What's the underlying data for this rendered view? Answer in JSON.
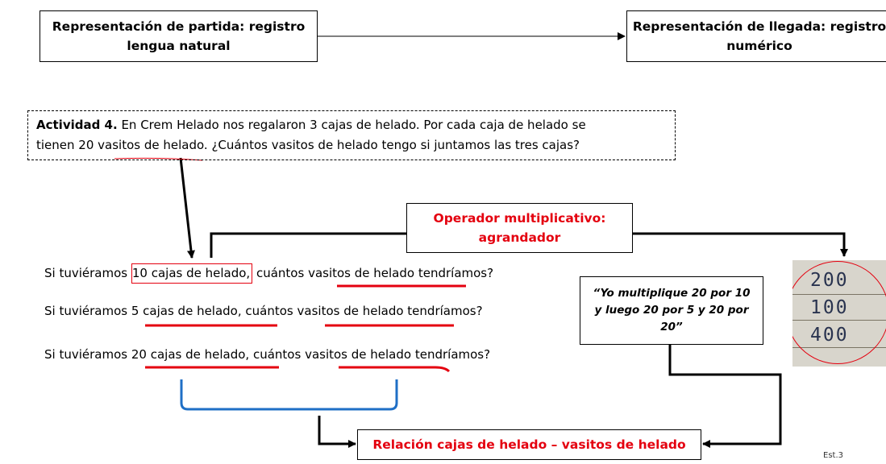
{
  "start_representation": {
    "line1": "Representación de partida: registro",
    "line2": "lengua natural"
  },
  "end_representation": {
    "line1": "Representación de llegada: registro",
    "line2": "numérico"
  },
  "activity": {
    "title": "Actividad 4.",
    "line1": " En Crem Helado nos regalaron 3 cajas de helado. Por cada caja de helado se",
    "line2_before": "tienen 20 ",
    "line2_underlined": "vasitos de helado",
    "line2_after": ". ¿Cuántos vasitos de helado tengo si juntamos las tres cajas?"
  },
  "operator": {
    "line1": "Operador multiplicativo:",
    "line2": "agrandador"
  },
  "questions": [
    {
      "prefix": "Si tuviéramos ",
      "boxes": "10 cajas de helado,",
      "middle": " cuántos ",
      "vasitos": "vasitos de helado",
      "suffix": " tendríamos?"
    },
    {
      "prefix": "Si tuviéramos ",
      "boxes": "5 cajas de helado,",
      "middle": " cuántos ",
      "vasitos": "vasitos de helado",
      "suffix": " tendríamos?"
    },
    {
      "prefix": "Si tuviéramos ",
      "boxes": "20 cajas de helado,",
      "middle": " cuántos ",
      "vasitos": "vasitos de helado",
      "suffix": " tendríamos?"
    }
  ],
  "quote": {
    "line1": "“Yo multiplique 20 por 10",
    "line2": "y luego  20 por 5 y 20 por",
    "line3": "20”"
  },
  "photo_values": [
    "200",
    "100",
    "400"
  ],
  "relation": "Relación cajas de helado – vasitos de helado",
  "caption": "Est.3",
  "colors": {
    "red": "#e4000f",
    "blue": "#1f6fc6",
    "black": "#000000"
  }
}
